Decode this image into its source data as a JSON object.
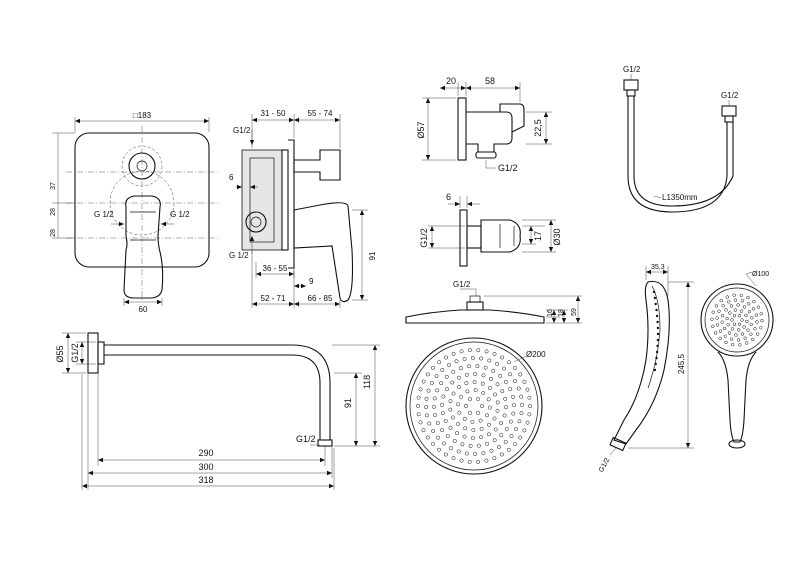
{
  "mixer_front": {
    "width": "□183",
    "offset_top": "37",
    "offset_mid": "28",
    "offset_low": "28",
    "inlet_left": "G 1/2",
    "inlet_right": "G 1/2",
    "handle_width": "60"
  },
  "mixer_side": {
    "range_top_left": "31 - 50",
    "range_top_right": "55 - 74",
    "thread_top": "G1/2",
    "depth": "6",
    "thread_bottom": "G 1/2",
    "range_low": "36 - 55",
    "spout_offset": "9",
    "height": "91",
    "range_bottom_left": "52 - 71",
    "range_bottom_right": "66 - 85"
  },
  "wall_elbow": {
    "width_a": "20",
    "width_b": "58",
    "diameter": "Ø57",
    "height": "22,5",
    "thread": "G1/2"
  },
  "holder": {
    "depth": "6",
    "thread": "G1/2",
    "height": "17",
    "diameter": "Ø30"
  },
  "hose": {
    "thread_left": "G1/2",
    "thread_right": "G1/2",
    "length": "L1350mm"
  },
  "shower_arm": {
    "flange_diameter": "Ø55",
    "thread_left": "G1/2",
    "thread_outlet": "G1/2",
    "len_290": "290",
    "len_300": "300",
    "len_318": "318",
    "drop_91": "91",
    "drop_118": "118"
  },
  "head_shower": {
    "thread": "G1/2",
    "h16": "16",
    "h18": "18",
    "h59": "59",
    "diameter": "Ø200"
  },
  "hand_shower": {
    "depth": "35,3",
    "diameter": "Ø100",
    "length": "245,5",
    "thread": "G1/2"
  }
}
